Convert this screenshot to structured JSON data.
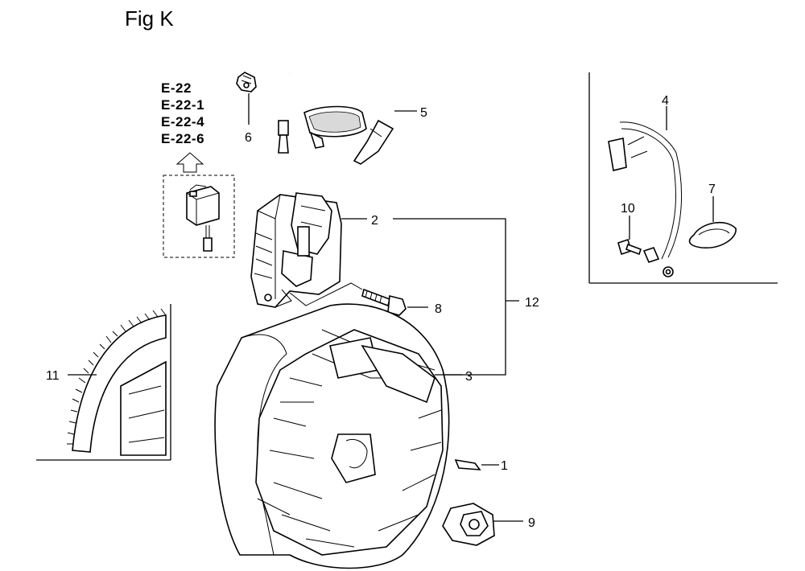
{
  "figure": {
    "title": "Fig K"
  },
  "references": [
    "E-22",
    "E-22-1",
    "E-22-4",
    "E-22-6"
  ],
  "callouts": [
    {
      "id": "1",
      "label": "1"
    },
    {
      "id": "2",
      "label": "2"
    },
    {
      "id": "3",
      "label": "3"
    },
    {
      "id": "4",
      "label": "4"
    },
    {
      "id": "5",
      "label": "5"
    },
    {
      "id": "6",
      "label": "6"
    },
    {
      "id": "7",
      "label": "7"
    },
    {
      "id": "8",
      "label": "8"
    },
    {
      "id": "9",
      "label": "9"
    },
    {
      "id": "10",
      "label": "10"
    },
    {
      "id": "11",
      "label": "11"
    },
    {
      "id": "12",
      "label": "12"
    }
  ]
}
